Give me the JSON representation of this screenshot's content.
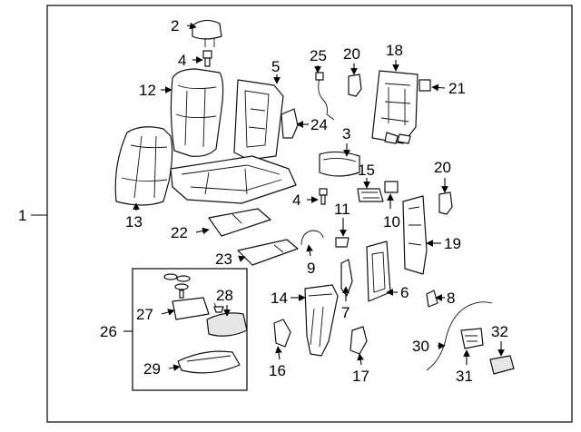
{
  "diagram": {
    "callouts": {
      "c1": "1",
      "c2": "2",
      "c3": "3",
      "c4a": "4",
      "c4b": "4",
      "c5": "5",
      "c6": "6",
      "c7": "7",
      "c8": "8",
      "c9": "9",
      "c10": "10",
      "c11": "11",
      "c12": "12",
      "c13": "13",
      "c14": "14",
      "c15": "15",
      "c16": "16",
      "c17": "17",
      "c18": "18",
      "c19": "19",
      "c20a": "20",
      "c20b": "20",
      "c21": "21",
      "c22": "22",
      "c23": "23",
      "c24": "24",
      "c25": "25",
      "c26": "26",
      "c27": "27",
      "c28": "28",
      "c29": "29",
      "c30": "30",
      "c31": "31",
      "c32": "32"
    },
    "colors": {
      "line": "#111111",
      "background": "#ffffff",
      "part_shade": "#e6e6e6"
    }
  }
}
